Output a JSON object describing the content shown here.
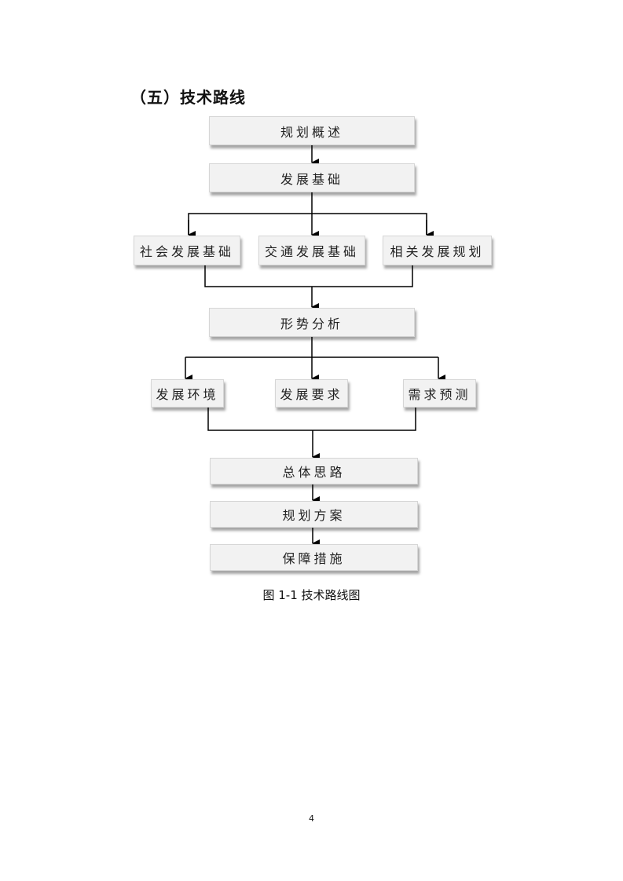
{
  "section_title": "（五）技术路线",
  "flowchart": {
    "overview": "规划概述",
    "basis": "发展基础",
    "basis_items": [
      "社会发展基础",
      "交通发展基础",
      "相关发展规划"
    ],
    "analysis": "形势分析",
    "analysis_items": [
      "发展环境",
      "发展要求",
      "需求预测"
    ],
    "approach": "总体思路",
    "plan": "规划方案",
    "measures": "保障措施"
  },
  "caption": "图 1-1 技术路线图",
  "page_number": "4"
}
